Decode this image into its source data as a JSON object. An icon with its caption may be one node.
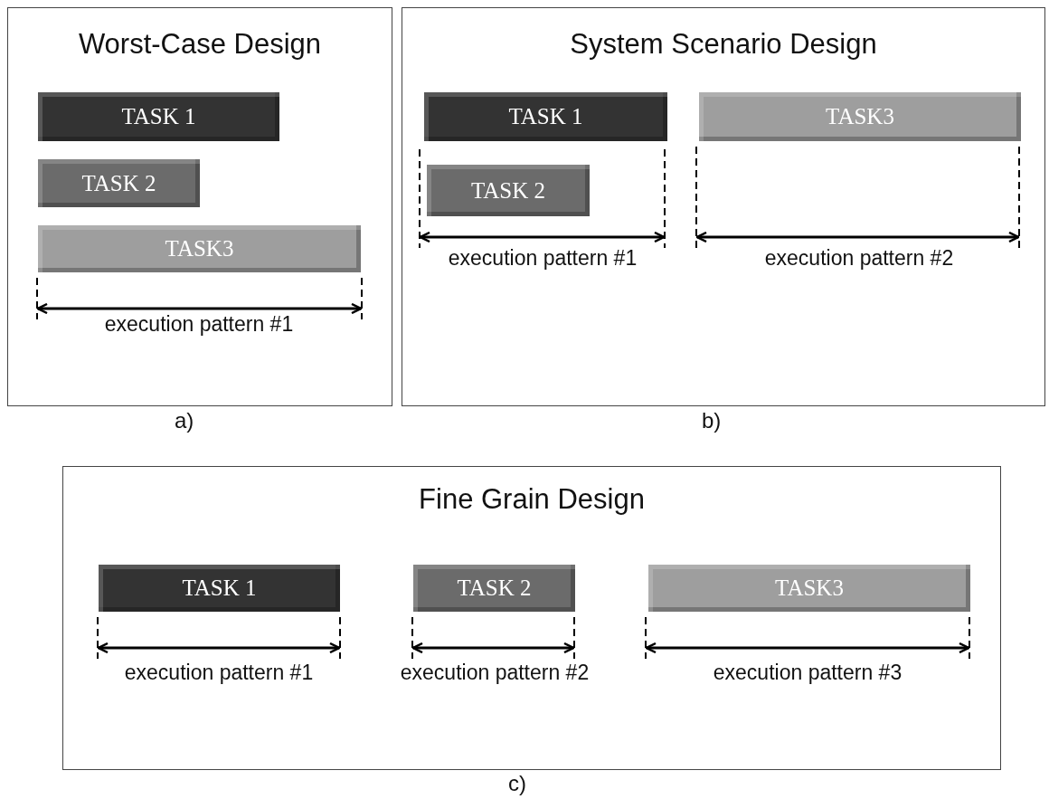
{
  "diagram": {
    "nodes": [
      {
        "text": [
          "Worst-Case Design"
        ],
        "beside": [
          "a)"
        ]
      },
      {
        "text": [
          "TASK 1"
        ],
        "in": 0
      },
      {
        "text": [
          "TASK 2"
        ],
        "in": 0
      },
      {
        "text": [
          "TASK3"
        ],
        "in": 0
      },
      {
        "text": [
          "System Scenario Design"
        ],
        "beside": [
          "b)"
        ]
      },
      {
        "text": [
          "TASK 1"
        ],
        "in": 4
      },
      {
        "text": [
          "TASK 2"
        ],
        "in": 4
      },
      {
        "text": [
          "TASK3"
        ],
        "in": 4
      },
      {
        "text": [
          "Fine Grain Design"
        ],
        "beside": [
          "c)"
        ]
      },
      {
        "text": [
          "TASK 1"
        ],
        "in": 8
      },
      {
        "text": [
          "TASK 2"
        ],
        "in": 8
      },
      {
        "text": [
          "TASK3"
        ],
        "in": 8
      }
    ],
    "edges": [],
    "labels": [
      "execution pattern #1",
      "execution pattern #1",
      "execution pattern #2",
      "execution pattern #1",
      "execution pattern #2",
      "execution pattern #3"
    ]
  }
}
